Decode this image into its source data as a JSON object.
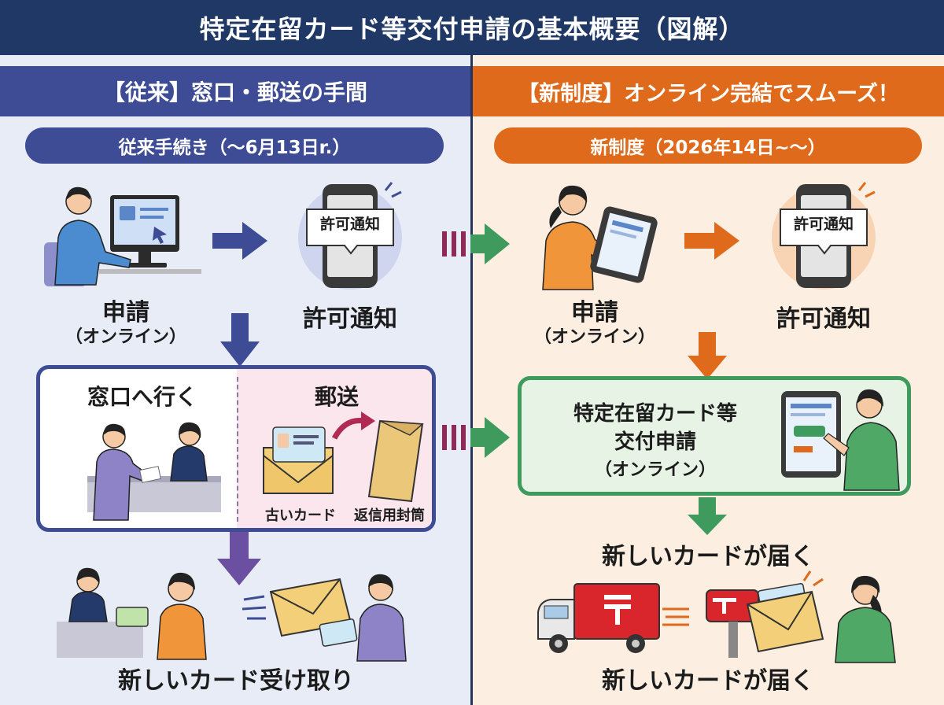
{
  "title": "特定在留カード等交付申請の基本概要（図解）",
  "left": {
    "header": "【従来】窓口・郵送の手間",
    "pill": "従来手続き（〜6月13日r.）",
    "apply_label": "申請",
    "apply_sub": "（オンライン）",
    "notice_bubble": "許可通知",
    "notice_label": "許可通知",
    "counter_label": "窓口へ行く",
    "mail_label": "郵送",
    "old_card": "古いカード",
    "return_envelope": "返信用封筒",
    "receive_label": "新しいカード受け取り"
  },
  "right": {
    "header": "【新制度】オンライン完結でスムーズ！",
    "pill": "新制度（2026年14日~〜）",
    "apply_label": "申請",
    "apply_sub": "（オンライン）",
    "notice_bubble": "許可通知",
    "notice_label": "許可通知",
    "online_line1": "特定在留カード等",
    "online_line2": "交付申請",
    "online_line3": "（オンライン）",
    "arrive_label_1": "新しいカードが届く",
    "arrive_label_2": "新しいカードが届く"
  },
  "colors": {
    "navy": "#1f3866",
    "indigo": "#3d4c94",
    "orange": "#e06a1b",
    "green": "#3e9a5d",
    "maroon": "#8e2a58"
  },
  "icons": [
    "computer-user-icon",
    "smartphone-notice-icon",
    "tablet-user-icon",
    "counter-staff-icon",
    "envelope-card-icon",
    "return-envelope-icon",
    "mail-truck-icon",
    "mailbox-icon",
    "envelope-receiver-icon"
  ]
}
